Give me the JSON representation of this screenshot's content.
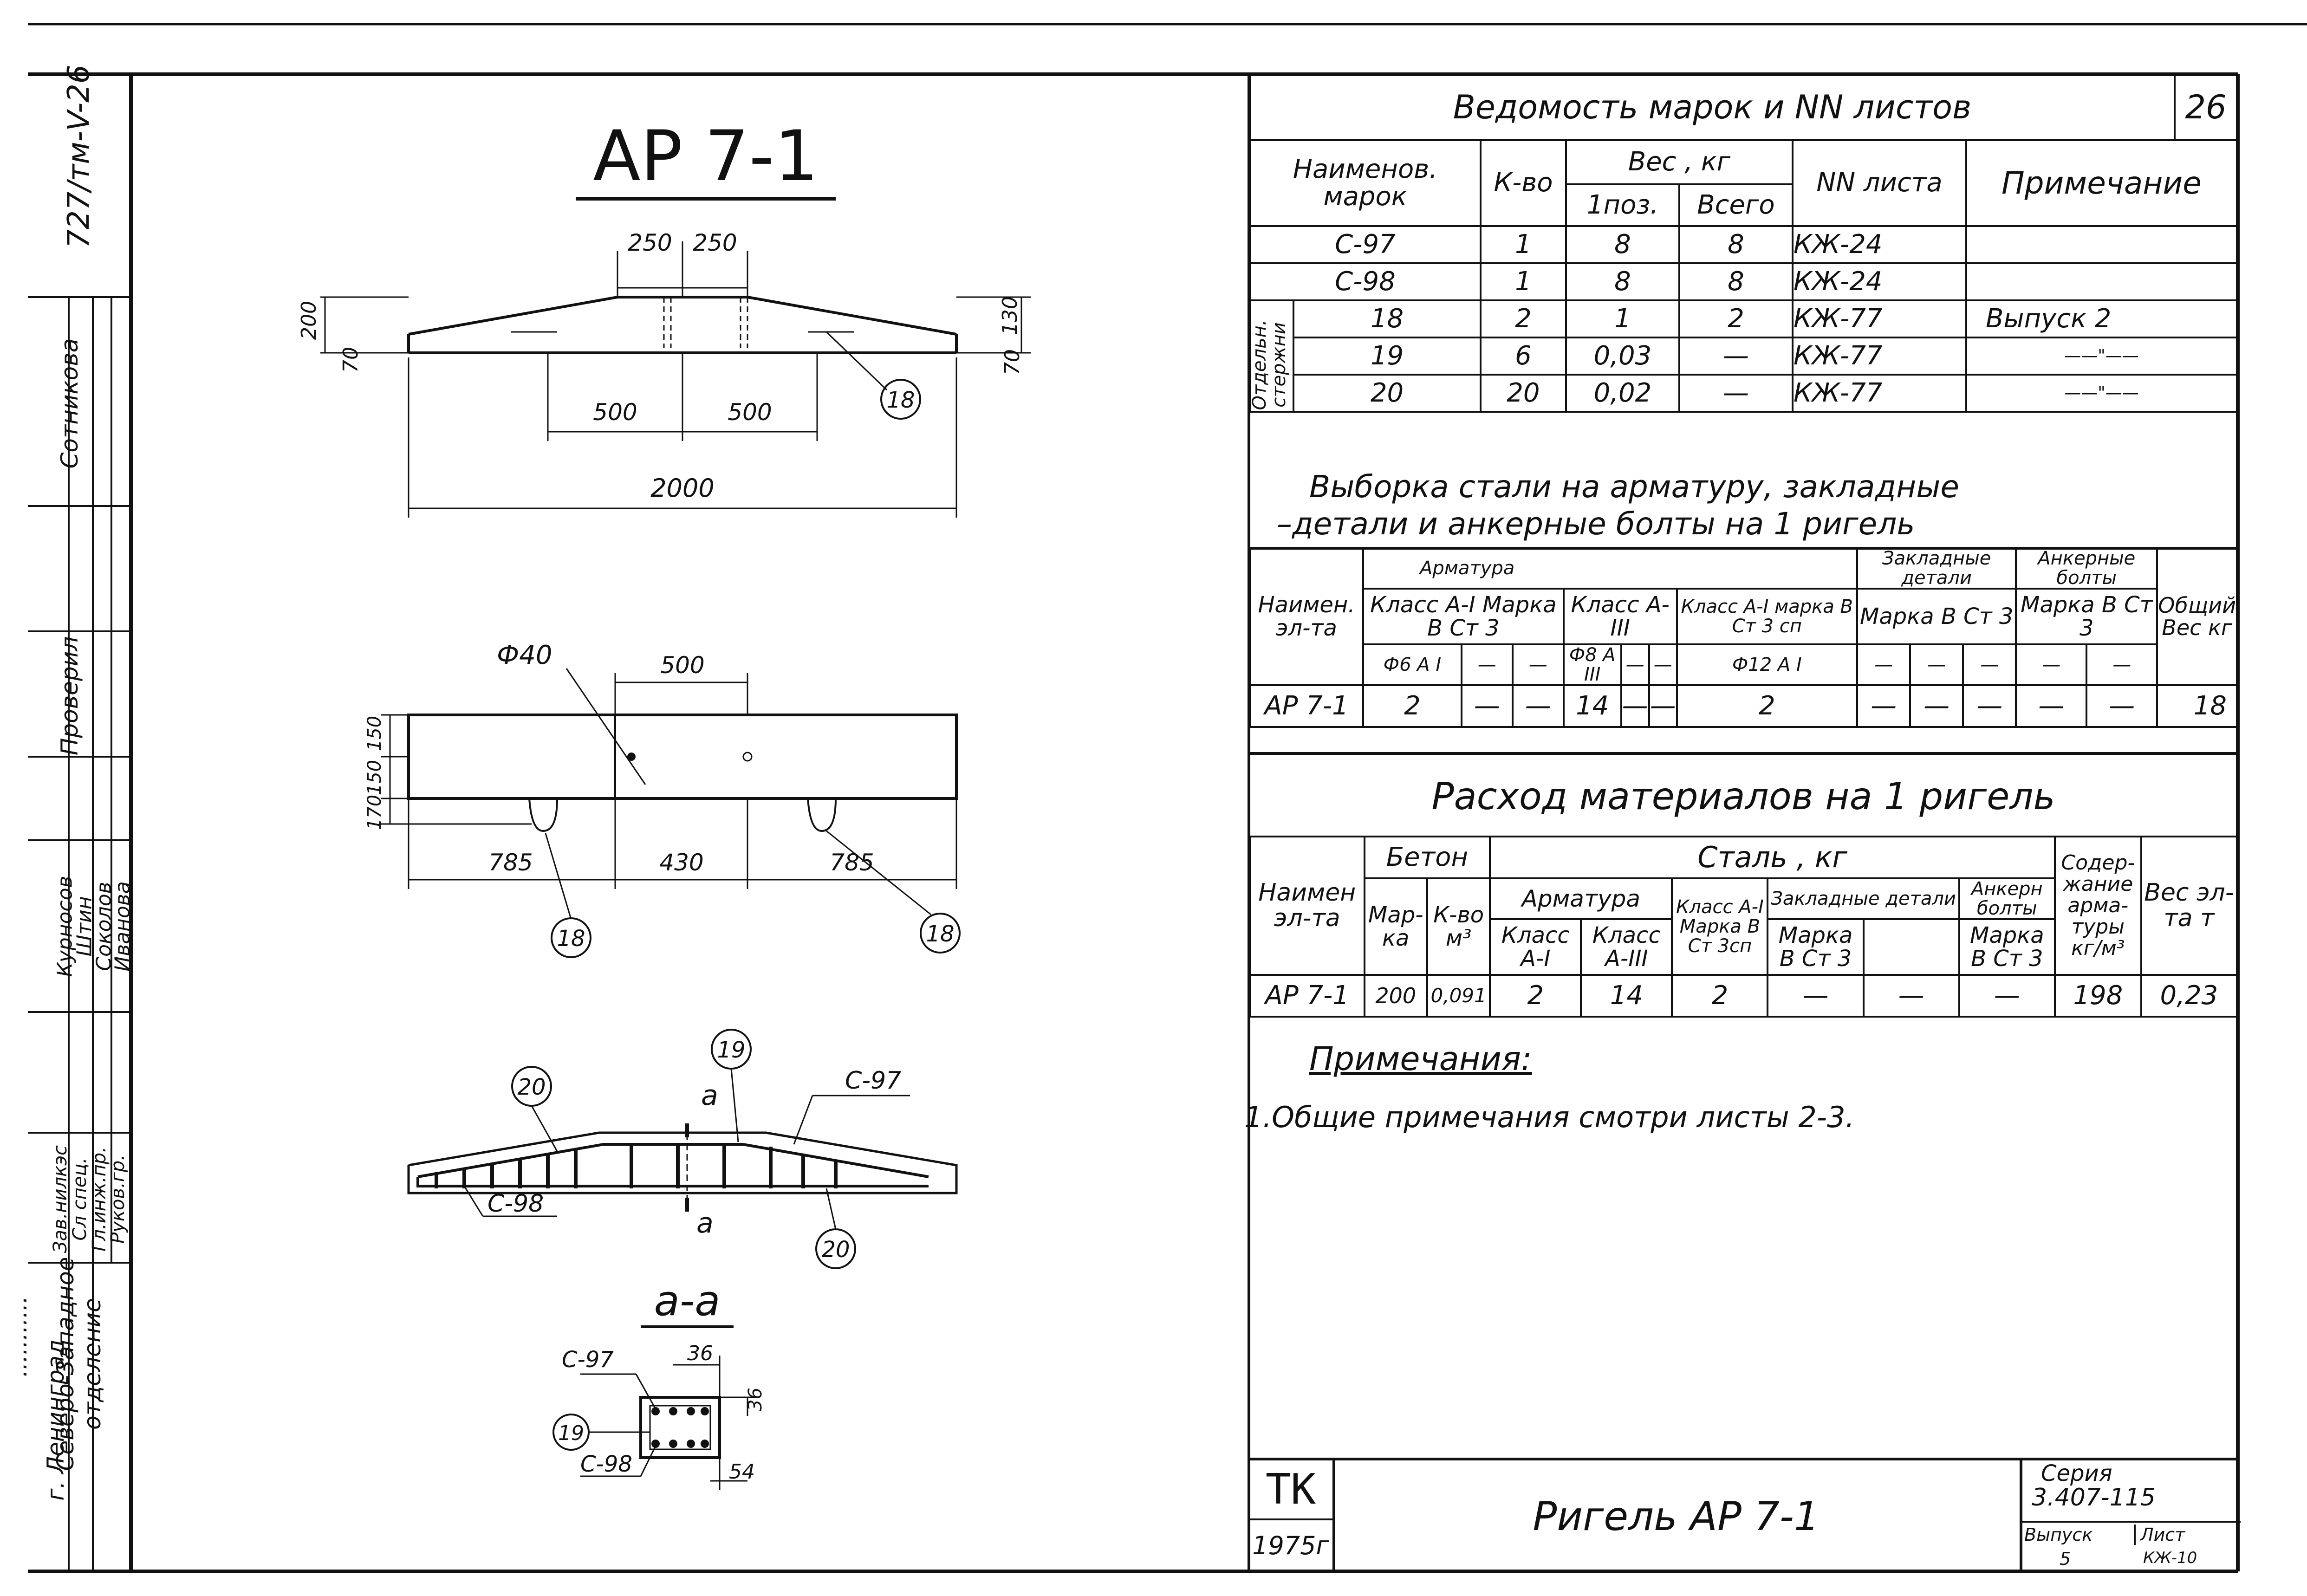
{
  "sheet": {
    "number": "26",
    "doc_code": "727/тм-V-26"
  },
  "left_strip": {
    "roles": [
      "Сотникова",
      "Проверил",
      "Зав.нилкэс",
      "Сл спец.",
      "Гл.инж.пр.",
      "Руков.гр."
    ],
    "names": [
      "Курносов",
      "Штин",
      "Соколов",
      "Иванова"
    ],
    "org": "Северо-Западное отделение",
    "city": "г. Ленинград",
    "ellipsis": "..........."
  },
  "drawing": {
    "title": "АР 7-1",
    "elevation_dims": {
      "top_left": "250",
      "top_right": "250",
      "left_h1": "200",
      "left_h2": "70",
      "right_h1": "130",
      "right_h2": "70",
      "mid_left": "500",
      "mid_right": "500",
      "overall": "2000",
      "mark": "18"
    },
    "plan_dims": {
      "hole": "Ф40",
      "hole_span": "500",
      "v1": "150",
      "v2": "150",
      "v3": "170",
      "left": "785",
      "mid": "430",
      "right": "785",
      "mark_left": "18",
      "mark_right": "18"
    },
    "rebar": {
      "mark_20_left": "20",
      "mark_19": "19",
      "mark_20_right": "20",
      "section_top": "а",
      "section_bottom": "а",
      "c97": "С-97",
      "c98": "С-98"
    },
    "section": {
      "title": "а-а",
      "c97": "С-97",
      "c98": "С-98",
      "mark": "19",
      "d1": "36",
      "d2": "36",
      "d3": "54"
    }
  },
  "marks_table": {
    "title": "Ведомость марок и NN листов",
    "headers": {
      "name": "Наименов. марок",
      "count": "К-во",
      "weight": "Вес , кг",
      "per": "1поз.",
      "total": "Всего",
      "sheet": "NN листа",
      "note": "Примечание"
    },
    "group_label": "Отдельн. стержни",
    "rows": [
      {
        "name": "С-97",
        "count": "1",
        "per": "8",
        "total": "8",
        "sheet": "КЖ-24",
        "note": ""
      },
      {
        "name": "С-98",
        "count": "1",
        "per": "8",
        "total": "8",
        "sheet": "КЖ-24",
        "note": ""
      },
      {
        "name": "18",
        "count": "2",
        "per": "1",
        "total": "2",
        "sheet": "КЖ-77",
        "note": "Выпуск 2"
      },
      {
        "name": "19",
        "count": "6",
        "per": "0,03",
        "total": "—",
        "sheet": "КЖ-77",
        "note": "——\"——"
      },
      {
        "name": "20",
        "count": "20",
        "per": "0,02",
        "total": "—",
        "sheet": "КЖ-77",
        "note": "——\"——"
      }
    ]
  },
  "steel_table": {
    "title_line1": "Выборка стали на арматуру, закладные",
    "title_line2": "–детали и анкерные болты на 1 ригель",
    "h_name": "Наимен. эл-та",
    "h_rebar": "Арматура",
    "h_a1": "Класс А-I Марка В Ст 3",
    "h_a3": "Класс А-III",
    "h_a1b": "Класс А-I марка В Ст 3 сп",
    "h_emb": "Закладные детали",
    "h_emb_mark": "Марка В Ст 3",
    "h_bolts": "Анкерные болты",
    "h_bolts_mark": "Марка В Ст 3",
    "h_total": "Общий Вес кг",
    "sub": [
      "Ф6 А I",
      "—",
      "—",
      "Ф8 А III",
      "—",
      "—",
      "Ф12 А I",
      "—",
      "—",
      "—",
      "—",
      "—",
      "—"
    ],
    "row": [
      "АР 7-1",
      "2",
      "—",
      "—",
      "14",
      "—",
      "—",
      "2",
      "—",
      "—",
      "—",
      "—",
      "—",
      "—",
      "18"
    ]
  },
  "mat_table": {
    "title": "Расход материалов на 1 ригель",
    "h_name": "Наимен эл-та",
    "h_concrete": "Бетон",
    "h_mark": "Мар-ка",
    "h_vol": "К-во м³",
    "h_steel": "Сталь , кг",
    "h_rebar": "Арматура",
    "h_a1": "Класс А-I",
    "h_a3": "Класс А-III",
    "h_a1b": "Класс А-I Марка В Ст 3сп",
    "h_emb": "Закладные детали",
    "h_emb_mark": "Марка В Ст 3",
    "h_bolts": "Анкерн болты",
    "h_bolts_mark": "Марка В Ст 3",
    "h_content": "Содер-жание арма-туры кг/м³",
    "h_weight": "Вес эл-та т",
    "row": [
      "АР 7-1",
      "200",
      "0,091",
      "2",
      "14",
      "2",
      "—",
      "—",
      "—",
      "198",
      "0,23"
    ]
  },
  "notes": {
    "title": "Примечания:",
    "item1": "1.Общие примечания смотри листы 2-3."
  },
  "stamp": {
    "org": "ТК",
    "year": "1975г",
    "title": "Ригель АР 7-1",
    "series_label": "Серия",
    "series": "3.407-115",
    "issue_label": "Выпуск",
    "issue": "5",
    "sheet_label": "Лист",
    "sheet": "КЖ-10"
  }
}
